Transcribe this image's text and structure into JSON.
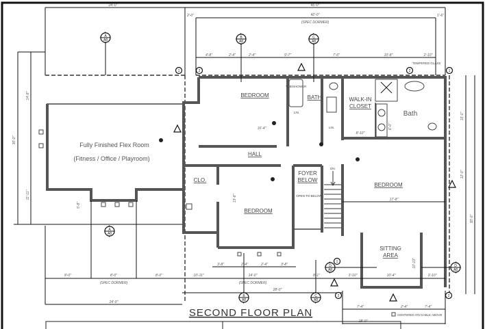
{
  "plan_title": "SECOND FLOOR PLAN",
  "rooms": {
    "flex_room": "Fully Finished Flex Room",
    "flex_room_sub": "(Fitness / Office / Playroom)",
    "bedroom_upper": "BEDROOM",
    "bath": "BATH",
    "walk_in_closet_1": "WALK-IN",
    "walk_in_closet_2": "CLOSET",
    "master_bath": "Bath",
    "hall": "HALL",
    "closet": "CLO.",
    "foyer_below_1": "FOYER",
    "foyer_below_2": "BELOW",
    "bedroom_right": "BEDROOM",
    "bedroom_lower": "BEDROOM",
    "sitting_area_1": "SITTING",
    "sitting_area_2": "AREA",
    "linen_1": "LIN.",
    "linen_2": "LIN."
  },
  "notes": {
    "open_to_below": "OPEN TO BELOW",
    "tempered_glass": "TEMPERED GLASS",
    "tub_shower": "TUB/SHOWER",
    "centered_gable": "CENTERED ON GABLE ABOVE",
    "stair_dn": "DN.",
    "spec_dormer": "(SPEC DORMER)"
  },
  "section_markers": [
    {
      "letter": "A",
      "sheet": "A8"
    },
    {
      "letter": "B",
      "sheet": "A8"
    },
    {
      "letter": "C",
      "sheet": "A8"
    },
    {
      "letter": "D",
      "sheet": "A8"
    },
    {
      "letter": "A",
      "sheet": "A8"
    },
    {
      "letter": "B",
      "sheet": "A8"
    },
    {
      "letter": "C",
      "sheet": "A8"
    },
    {
      "letter": "D",
      "sheet": "A8"
    }
  ],
  "grid_markers": [
    "1",
    "2",
    "2",
    "1",
    "1",
    "2",
    "2"
  ],
  "dimensions": {
    "top_overall_left": "24'-0\"",
    "top_overall_right": "45'-0\"",
    "top_dormer": "42'-0\"",
    "top_offset_left": "2'-0\"",
    "top_offset_right": "1'-6\"",
    "top_row": [
      "4'-8\"",
      "2'-4\"",
      "2'-4\"",
      "9'-7\"",
      "7'-0\"",
      "10'-8\"",
      "2'-10\""
    ],
    "left_vertical": [
      "14'-8\"",
      "30'-0\"",
      "11'-11\"",
      "5'-8\""
    ],
    "right_vertical": [
      "15'-0\"",
      "12'-0\"",
      "30'-0\""
    ],
    "bottom_left_row": [
      "8'-0\"",
      "8'-0\"",
      "8'-0\""
    ],
    "bottom_left_overall": "24'-0\"",
    "bottom_mid_row": [
      "10'-11\"",
      "14'-0\"",
      "8'-1\""
    ],
    "bottom_mid_overall": "28'-0\"",
    "bottom_windows": [
      "3'-8\"",
      "2'-4\"",
      "2'-4\"",
      "3'-8\""
    ],
    "bottom_right_row": [
      "3'-10\"",
      "10'-4\"",
      "3'-10\""
    ],
    "bump_row": [
      "7'-4\"",
      "2'-4\"",
      "7'-4\""
    ],
    "bump_overall": "18'-0\"",
    "interior": [
      "16'-4\"",
      "13'-8\"",
      "17'-8\"",
      "10'-10\"",
      "6'-0\"",
      "8'-10\""
    ]
  }
}
